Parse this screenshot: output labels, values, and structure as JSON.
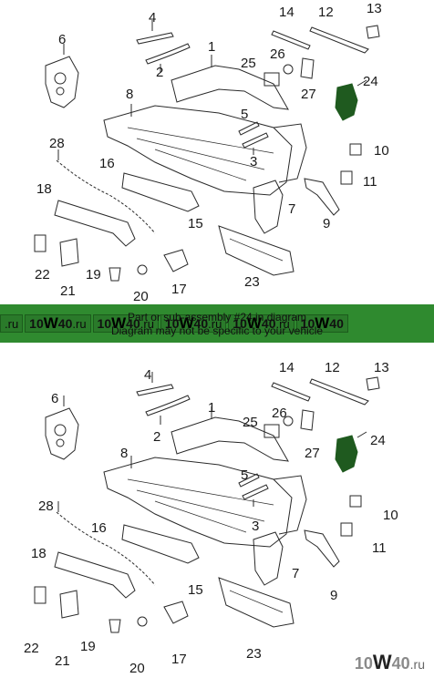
{
  "notice": {
    "line1": "Part or sub-assembly #24 in diagram",
    "line2": "Diagram may not be specific to your vehicle"
  },
  "watermark": {
    "prefix": "10",
    "letter": "W",
    "suffix": "40",
    "tld": ".ru"
  },
  "highlight_part": "24",
  "colors": {
    "banner": "#2f8a2f",
    "highlight": "#1f5a1f",
    "line": "#2a2a2a"
  },
  "top_callouts": [
    "1",
    "2",
    "4",
    "5",
    "3",
    "6",
    "7",
    "8",
    "9",
    "10",
    "11",
    "12",
    "13",
    "14",
    "15",
    "16",
    "17",
    "18",
    "19",
    "20",
    "21",
    "22",
    "23",
    "24",
    "25",
    "26",
    "27",
    "28"
  ],
  "bottom_callouts": [
    "1",
    "2",
    "4",
    "5",
    "3",
    "6",
    "7",
    "8",
    "9",
    "10",
    "11",
    "12",
    "13",
    "14",
    "15",
    "16",
    "17",
    "18",
    "19",
    "20",
    "21",
    "22",
    "23",
    "24",
    "25",
    "26",
    "27",
    "28"
  ]
}
